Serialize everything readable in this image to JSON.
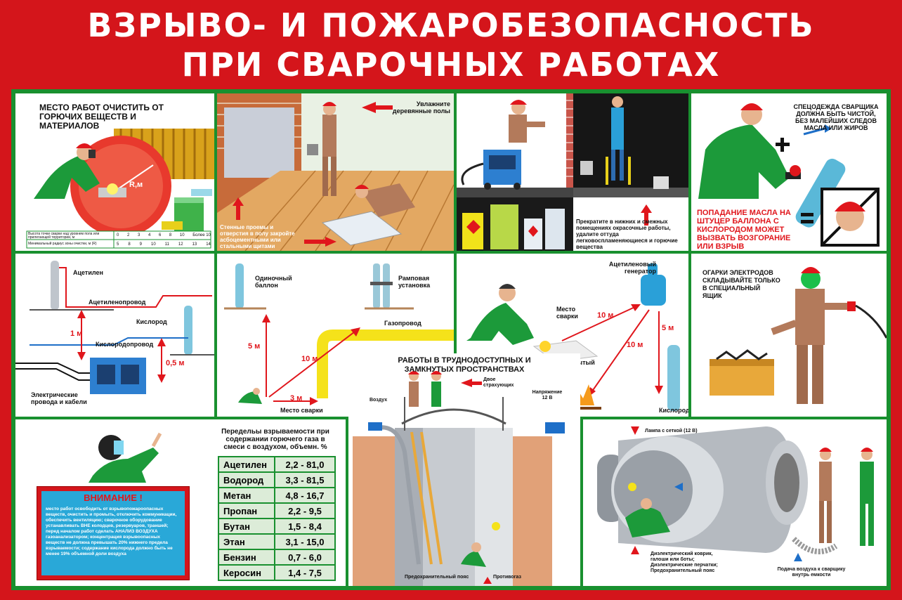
{
  "title": {
    "line1": "ВЗРЫВО- И ПОЖАРОБЕЗОПАСНОСТЬ",
    "line2": "ПРИ СВАРОЧНЫХ РАБОТАХ"
  },
  "panel1": {
    "heading": "МЕСТО РАБОТ ОЧИСТИТЬ ОТ ГОРЮЧИХ ВЕЩЕСТВ И МАТЕРИАЛОВ",
    "radius_label": "R,м",
    "table": {
      "row1_label": "Высота точки сварки над уровнем пола или прилегающей территории, м",
      "row1_values": [
        "0",
        "2",
        "3",
        "4",
        "6",
        "8",
        "10",
        "Более 10"
      ],
      "row2_label": "Минимальный радиус зоны очистки, м (R)",
      "row2_values": [
        "5",
        "8",
        "9",
        "10",
        "11",
        "12",
        "13",
        "14"
      ]
    }
  },
  "panel2": {
    "label_floor": "Увлажните деревянные полы",
    "label_walls": "Стенные проемы и отверстия в полу закройте асбоцементными или стальными щитами"
  },
  "panel3": {
    "label_stop": "Прекратите в нижних и смежных помещениях окрасочные работы, удалите оттуда легковоспламеняющиеся и горючие вещества"
  },
  "panel4": {
    "label_clothes": "СПЕЦОДЕЖДА СВАРЩИКА ДОЛЖНА БЫТЬ ЧИСТОЙ, БЕЗ МАЛЕЙШИХ СЛЕДОВ МАСЛА ИЛИ ЖИРОВ",
    "plus": "+",
    "equals": "=",
    "label_oil": "ПОПАДАНИЕ МАСЛА НА ШТУЦЕР БАЛЛОНА С КИСЛОРОДОМ МОЖЕТ ВЫЗВАТЬ ВОЗГОРАНИЕ ИЛИ ВЗРЫВ"
  },
  "panel5": {
    "acetylene": "Ацетилен",
    "acetylene_pipe": "Ацетиленопровод",
    "oxygen": "Кислород",
    "oxygen_pipe": "Кислородопровод",
    "dist_1m": "1 м",
    "dist_05m": "0,5 м",
    "electric": "Электрические провода и кабели"
  },
  "panel6": {
    "single": "Одиночный баллон",
    "ramp": "Рамповая установка",
    "gas_pipe": "Газопровод",
    "dist_5m": "5 м",
    "dist_10m": "10 м",
    "dist_3m": "3 м",
    "weld_place": "Место сварки"
  },
  "panel7": {
    "generator": "Ацетиленовый генератор",
    "weld_place": "Место сварки",
    "dist_10m_a": "10 м",
    "dist_10m_b": "10 м",
    "dist_5m": "5 м",
    "open_fire": "Открытый огонь",
    "oxygen": "Кислород"
  },
  "panel8": {
    "label": "ОГАРКИ ЭЛЕКТРОДОВ СКЛАДЫВАЙТЕ ТОЛЬКО В СПЕЦИАЛЬНЫЙ ЯЩИК"
  },
  "panel9": {
    "attention": "ВНИМАНИЕ !",
    "warning_text": "место работ освободить от взрывопожароопасных веществ, очистить и промыть, отключить коммуникации, обеспечить вентиляцию; сварочное оборудование устанавливать ВНЕ колодцев, резервуаров, траншей; перед началом работ сделать АНАЛИЗ ВОЗДУХА газоанализатором; концентрация взрывоопасных веществ не должна превышать 20% нижнего предела взрываемости; содержание кислорода должно быть не менее 19% объемной доли воздуха",
    "limits_heading": "Передельы взрываемости при содержании горючего газа в смеси с воздухом, объемн. %",
    "gases": [
      {
        "name": "Ацетилен",
        "range": "2,2 - 81,0"
      },
      {
        "name": "Водород",
        "range": "3,3 - 81,5"
      },
      {
        "name": "Метан",
        "range": "4,8 - 16,7"
      },
      {
        "name": "Пропан",
        "range": "2,2 - 9,5"
      },
      {
        "name": "Бутан",
        "range": "1,5 - 8,4"
      },
      {
        "name": "Этан",
        "range": "3,1 - 15,0"
      },
      {
        "name": "Бензин",
        "range": "0,7 - 6,0"
      },
      {
        "name": "Керосин",
        "range": "1,4 - 7,5"
      }
    ]
  },
  "panel10": {
    "heading": "РАБОТЫ В ТРУДНОДОСТУПНЫХ И ЗАМКНУТЫХ ПРОСТРАНСТВАХ",
    "two_insurers": "Двое страхующих",
    "voltage": "Напряжение 12 В",
    "air": "Воздух",
    "safety_belt": "Предохранительный пояс",
    "gas_mask": "Противогаз"
  },
  "panel11": {
    "lamp": "Лампа с сеткой (12 В)",
    "protection": "Диэлектрический коврик, галоши или боты; Диэлектрические перчатки; Предохранительный пояс",
    "air_supply": "Подача воздуха к сварщику внутрь емкости"
  },
  "colors": {
    "poster_red": "#d4151b",
    "frame_green": "#19902f",
    "worker_green": "#1c9a3a",
    "helmet_red": "#e0161c",
    "warning_blue": "#29a8d8",
    "pipe_yellow": "#f5e21a"
  }
}
